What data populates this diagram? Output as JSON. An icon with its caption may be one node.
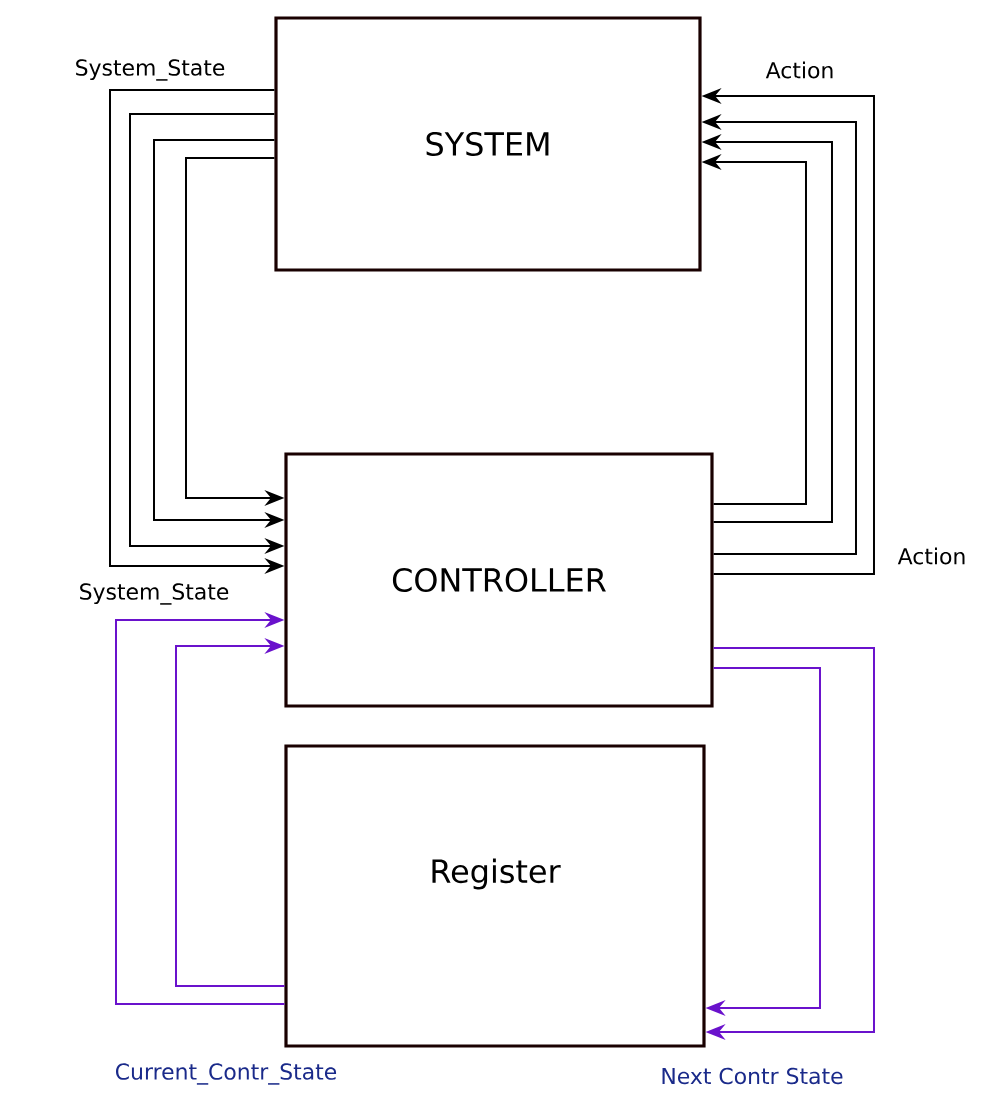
{
  "diagram": {
    "nodes": [
      {
        "text": [
          "SYSTEM"
        ]
      },
      {
        "text": [
          "CONTROLLER"
        ]
      },
      {
        "text": [
          "Register"
        ]
      }
    ],
    "edges": [
      {
        "from": 0,
        "to": 1,
        "arrow": "to"
      },
      {
        "from": 0,
        "to": 1,
        "arrow": "to"
      },
      {
        "from": 0,
        "to": 1,
        "arrow": "to"
      },
      {
        "from": 0,
        "to": 1,
        "arrow": "to"
      },
      {
        "from": 1,
        "to": 0,
        "arrow": "to"
      },
      {
        "from": 1,
        "to": 0,
        "arrow": "to"
      },
      {
        "from": 1,
        "to": 0,
        "arrow": "to"
      },
      {
        "from": 1,
        "to": 0,
        "arrow": "to"
      },
      {
        "from": 2,
        "to": 1,
        "arrow": "to",
        "color": "#6a12cc"
      },
      {
        "from": 2,
        "to": 1,
        "arrow": "to",
        "color": "#6a12cc"
      },
      {
        "from": 1,
        "to": 2,
        "arrow": "to",
        "color": "#6a12cc"
      },
      {
        "from": 1,
        "to": 2,
        "arrow": "to",
        "color": "#6a12cc"
      }
    ],
    "labels": [
      "System_State",
      "Action",
      "System_State",
      "Action",
      "Current_Contr_State",
      "Next Contr State"
    ]
  }
}
